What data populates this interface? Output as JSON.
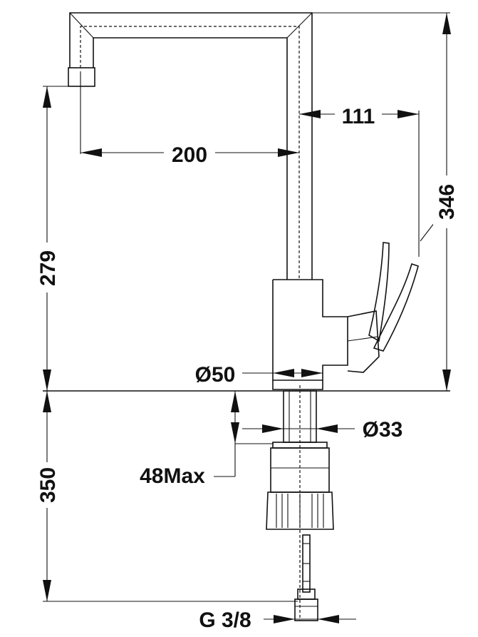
{
  "drawing": {
    "dimensions": {
      "spout_reach": "200",
      "handle_offset": "111",
      "total_height": "346",
      "spout_height": "279",
      "base_diameter": "Ø50",
      "shank_diameter": "Ø33",
      "max_deck_thickness": "48Max",
      "below_deck_length": "350",
      "connection_thread": "G 3/8"
    }
  }
}
